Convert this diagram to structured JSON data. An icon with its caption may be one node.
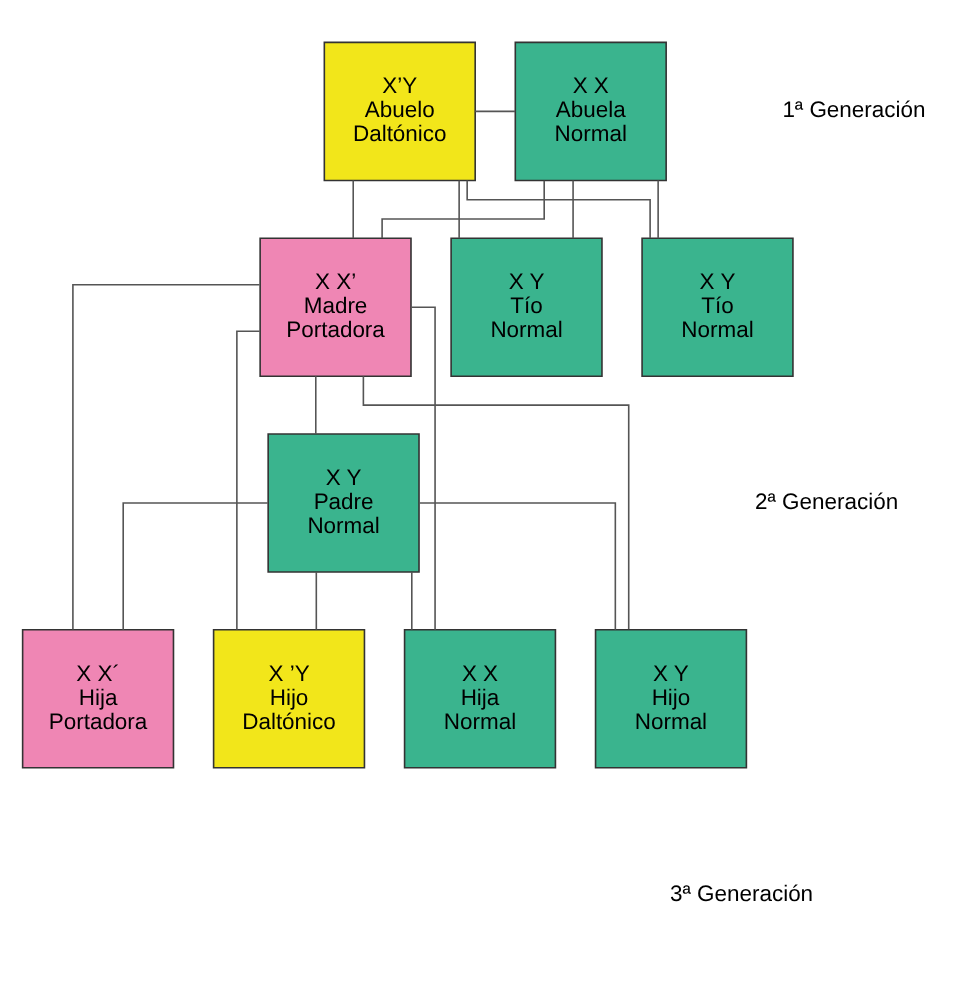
{
  "diagram": {
    "nodes": [
      {
        "text": [
          "X’Y",
          "Abuelo",
          "Daltónico"
        ]
      },
      {
        "text": [
          "X X",
          "Abuela",
          "Normal"
        ]
      },
      {
        "text": [
          "X Y",
          "Tío",
          "Normal"
        ]
      },
      {
        "text": [
          "X Y",
          "Tío",
          "Normal"
        ]
      },
      {
        "text": [
          "X X’",
          "Madre",
          "Portadora"
        ]
      },
      {
        "text": [
          "X Y",
          "Padre",
          "Normal"
        ]
      },
      {
        "text": [
          "X Y",
          "Hijo",
          "Normal"
        ]
      },
      {
        "text": [
          "X ’Y",
          "Hijo",
          "Daltónico"
        ]
      },
      {
        "text": [
          "X X",
          "Hija",
          "Normal"
        ]
      },
      {
        "text": [
          "X X´",
          "Hija",
          "Portadora"
        ]
      }
    ],
    "edges": [
      {
        "from": 0,
        "to": 1,
        "arrow": "none"
      },
      {
        "from": 0,
        "to": 2,
        "arrow": "none"
      },
      {
        "from": 0,
        "to": 3,
        "arrow": "none"
      },
      {
        "from": 0,
        "to": 4,
        "arrow": "none"
      },
      {
        "from": 1,
        "to": 2,
        "arrow": "none"
      },
      {
        "from": 1,
        "to": 3,
        "arrow": "none"
      },
      {
        "from": 1,
        "to": 4,
        "arrow": "none"
      },
      {
        "from": 4,
        "to": 5,
        "arrow": "none"
      },
      {
        "from": 4,
        "to": 6,
        "arrow": "none"
      },
      {
        "from": 4,
        "to": 7,
        "arrow": "none"
      },
      {
        "from": 4,
        "to": 8,
        "arrow": "none"
      },
      {
        "from": 4,
        "to": 9,
        "arrow": "none"
      },
      {
        "from": 5,
        "to": 6,
        "arrow": "none"
      },
      {
        "from": 5,
        "to": 7,
        "arrow": "none"
      },
      {
        "from": 5,
        "to": 8,
        "arrow": "none"
      },
      {
        "from": 5,
        "to": 9,
        "arrow": "none"
      }
    ],
    "labels": [
      "1ª Generación",
      "2ª Generación",
      "3ª Generación"
    ]
  }
}
